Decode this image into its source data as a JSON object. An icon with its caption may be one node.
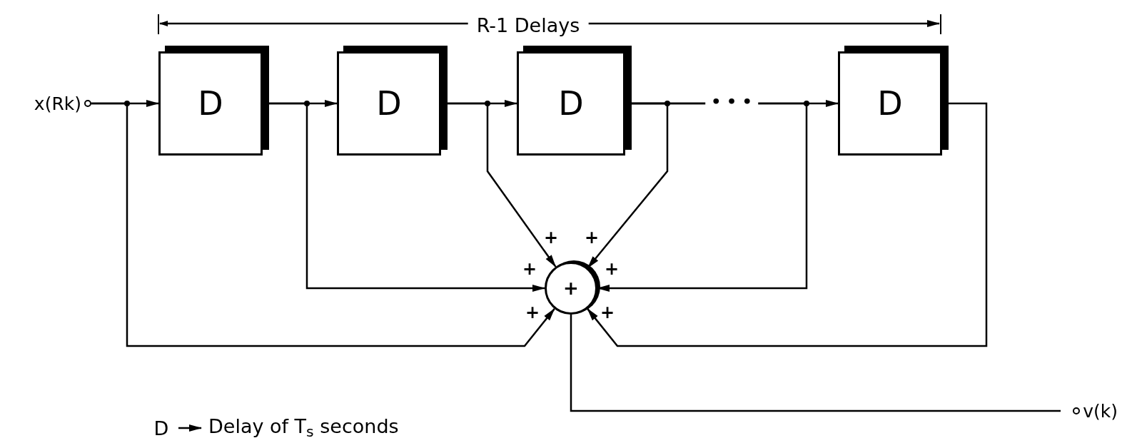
{
  "diagram": {
    "nodes": [
      {
        "text": [
          "x(Rk)"
        ]
      },
      {
        "text": [
          "D"
        ]
      },
      {
        "text": [
          "D"
        ]
      },
      {
        "text": [
          "D"
        ]
      },
      {
        "text": [
          "D"
        ]
      },
      {
        "text": [
          "+"
        ]
      },
      {
        "text": [
          "v(k)"
        ]
      }
    ],
    "edges": [
      {
        "from": 0,
        "to": 1,
        "arrow": "to"
      },
      {
        "from": 1,
        "to": 2,
        "arrow": "to"
      },
      {
        "from": 2,
        "to": 3,
        "arrow": "to"
      },
      {
        "from": 3,
        "to": 4,
        "arrow": "to"
      },
      {
        "from": 0,
        "to": 5,
        "arrow": "to"
      },
      {
        "from": 1,
        "to": 5,
        "arrow": "to"
      },
      {
        "from": 2,
        "to": 5,
        "arrow": "to"
      },
      {
        "from": 3,
        "to": 5,
        "arrow": "to"
      },
      {
        "from": 3,
        "to": 5,
        "arrow": "to"
      },
      {
        "from": 4,
        "to": 5,
        "arrow": "to"
      },
      {
        "from": 5,
        "to": 6,
        "arrow": "none"
      }
    ],
    "labels": [
      "R-1 Delays",
      "• • •",
      "+",
      "+",
      "+",
      "+",
      "+",
      "+",
      "D",
      "Delay of T$_{s}$ seconds"
    ]
  }
}
